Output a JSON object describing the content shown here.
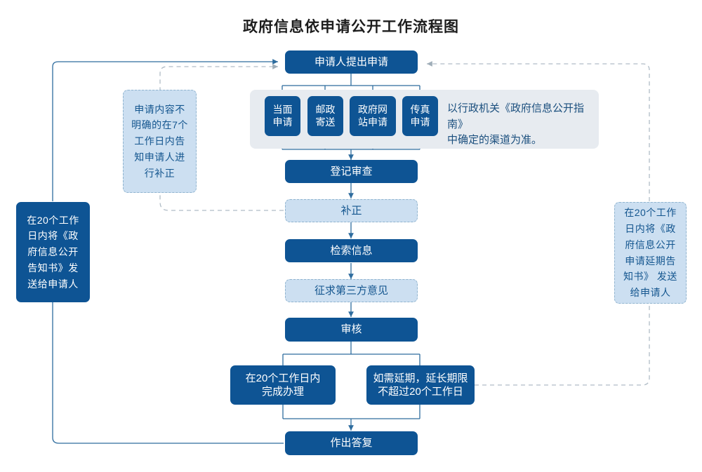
{
  "title": "政府信息依申请公开工作流程图",
  "flow": {
    "start": "申请人提出申请",
    "channels": [
      {
        "label": "当面\n申请"
      },
      {
        "label": "邮政\n寄送"
      },
      {
        "label": "政府网\n站申请"
      },
      {
        "label": "传真\n申请"
      }
    ],
    "channel_note": "以行政机关《政府信息公开指南》\n中确定的渠道为准。",
    "steps": [
      {
        "label": "登记审查",
        "style": "dark"
      },
      {
        "label": "补正",
        "style": "light"
      },
      {
        "label": "检索信息",
        "style": "dark"
      },
      {
        "label": "征求第三方意见",
        "style": "light"
      },
      {
        "label": "审核",
        "style": "dark"
      }
    ],
    "branch_left": "在20个工作日内\n完成办理",
    "branch_right": "如需延期，延长期限\n不超过20个工作日",
    "end": "作出答复"
  },
  "annotations": {
    "supplement": "申请内容不\n明确的在7个\n工作日内告\n知申请人进\n行补正",
    "left_notice": "在20个工作\n日内将《政\n府信息公开\n告知书》发\n送给申请人",
    "right_notice": "在20个工作\n日内将《政\n府信息公开\n申请延期告\n知书》 发送\n给申请人"
  },
  "colors": {
    "dark_blue": "#0e5494",
    "light_blue": "#ccdff1",
    "band_gray": "#e7ebf0",
    "line_blue": "#2e6c9e",
    "dashed_gray": "#b9c4cc"
  }
}
